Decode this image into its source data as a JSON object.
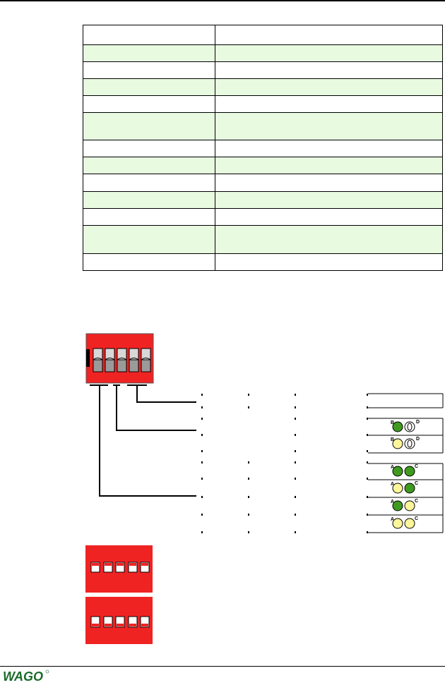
{
  "table": {
    "rows": [
      {
        "style": "white",
        "cells": [
          "",
          ""
        ]
      },
      {
        "style": "green",
        "cells": [
          "",
          ""
        ]
      },
      {
        "style": "white",
        "cells": [
          "",
          ""
        ]
      },
      {
        "style": "green",
        "cells": [
          "",
          ""
        ]
      },
      {
        "style": "white",
        "cells": [
          "",
          ""
        ]
      },
      {
        "style": "green-tall",
        "cells": [
          "",
          ""
        ]
      },
      {
        "style": "white",
        "cells": [
          "",
          ""
        ]
      },
      {
        "style": "green",
        "cells": [
          "",
          ""
        ]
      },
      {
        "style": "white",
        "cells": [
          "",
          ""
        ]
      },
      {
        "style": "green",
        "cells": [
          "",
          ""
        ]
      },
      {
        "style": "white",
        "cells": [
          "",
          ""
        ]
      },
      {
        "style": "green-tall",
        "cells": [
          "",
          ""
        ]
      },
      {
        "style": "white",
        "cells": [
          "",
          ""
        ]
      }
    ]
  },
  "leds": {
    "labels": {
      "b": "B",
      "d": "D",
      "a": "A",
      "c": "C"
    },
    "colors": {
      "green": "#3f9a1e",
      "yellow": "#fcf59a",
      "red": "#f02323"
    }
  },
  "footer": {
    "brand": "WAGO"
  }
}
